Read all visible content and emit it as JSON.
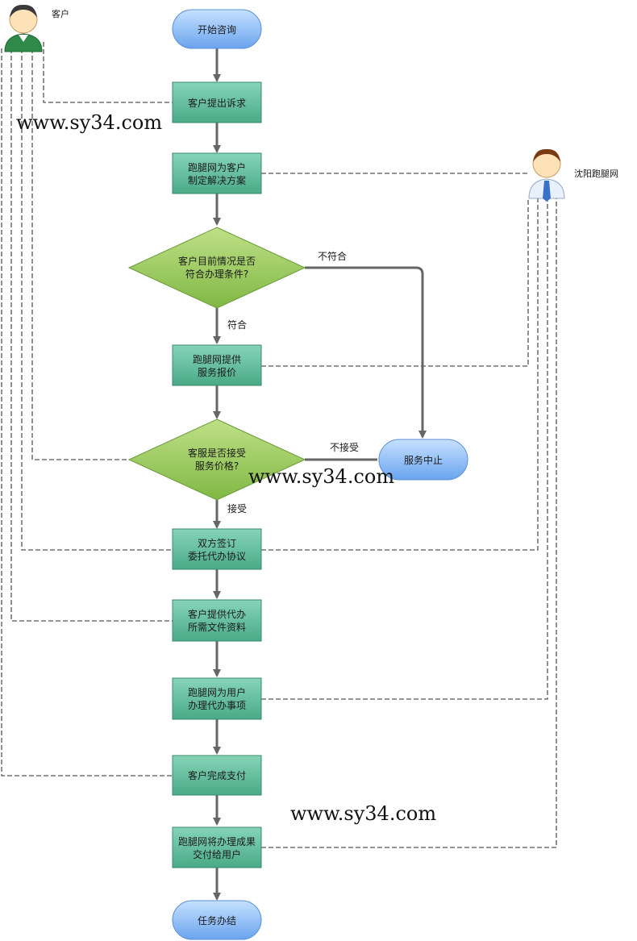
{
  "actors": {
    "customer": "客户",
    "company": "沈阳跑腿网"
  },
  "nodes": {
    "start": "开始咨询",
    "step1": "客户提出诉求",
    "step2_l1": "跑腿网为客户",
    "step2_l2": "制定解决方案",
    "decision1_l1": "客户目前情况是否",
    "decision1_l2": "符合办理条件?",
    "step3_l1": "跑腿网提供",
    "step3_l2": "服务报价",
    "decision2_l1": "客服是否接受",
    "decision2_l2": "服务价格?",
    "stop": "服务中止",
    "step4_l1": "双方签订",
    "step4_l2": "委托代办协议",
    "step5_l1": "客户提供代办",
    "step5_l2": "所需文件资料",
    "step6_l1": "跑腿网为用户",
    "step6_l2": "办理代办事项",
    "step7": "客户完成支付",
    "step8_l1": "跑腿网将办理成果",
    "step8_l2": "交付给用户",
    "end": "任务办结"
  },
  "edge_labels": {
    "not_eligible": "不符合",
    "eligible": "符合",
    "not_accept": "不接受",
    "accept": "接受"
  },
  "watermarks": [
    "www.sy34.com",
    "www.sy34.com",
    "www.sy34.com"
  ],
  "colors": {
    "process_fill_top": "#7fd0b4",
    "process_fill_bottom": "#4fb08e",
    "process_stroke": "#3a8a6e",
    "terminal_fill_top": "#b9d9ff",
    "terminal_fill_bottom": "#6fa8f0",
    "terminal_stroke": "#5a8fd6",
    "decision_fill_top": "#b8dc7e",
    "decision_fill_bottom": "#86bd4a",
    "decision_stroke": "#6a9a3a",
    "arrow": "#666666",
    "dash": "#555555"
  }
}
